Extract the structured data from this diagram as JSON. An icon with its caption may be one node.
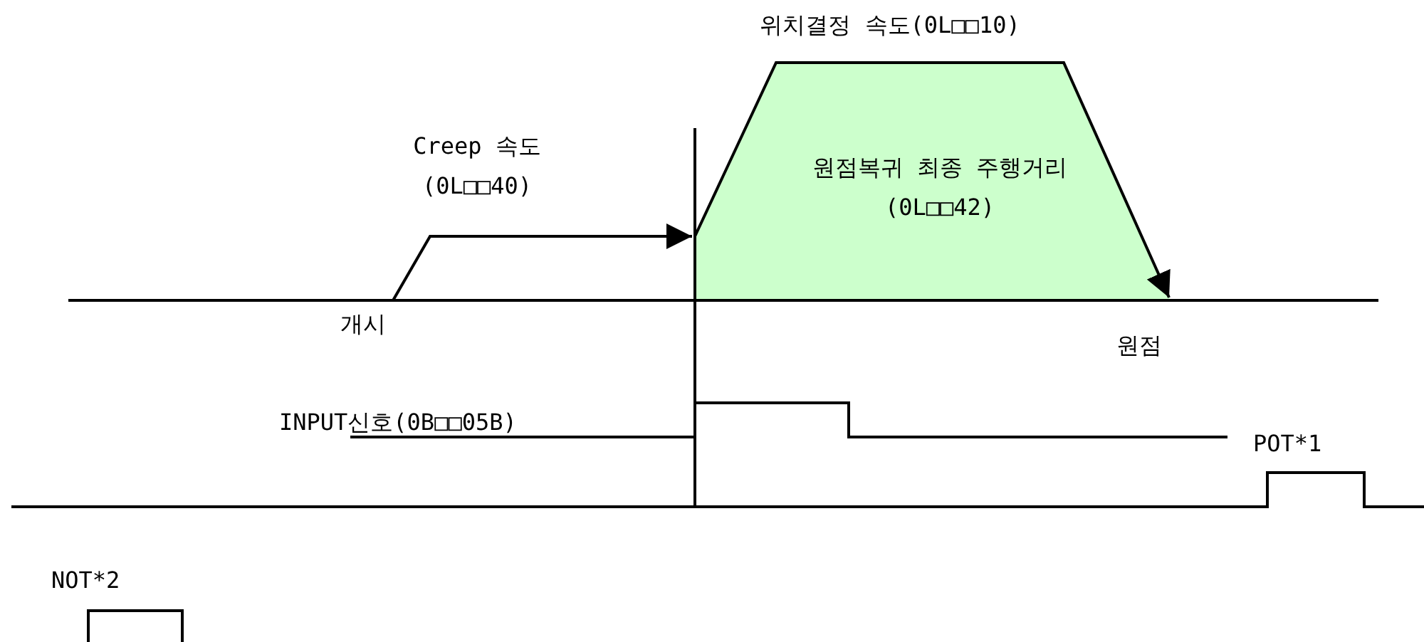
{
  "diagram": {
    "labels": [
      "위치결정 속도(0L□□10)",
      "Creep 속도 (0L□□40)",
      "원점복귀 최종 주행거리 (0L□□42)",
      "개시",
      "원점",
      "INPUT신호(0B□□05B)",
      "POT*1",
      "NOT*2"
    ]
  }
}
